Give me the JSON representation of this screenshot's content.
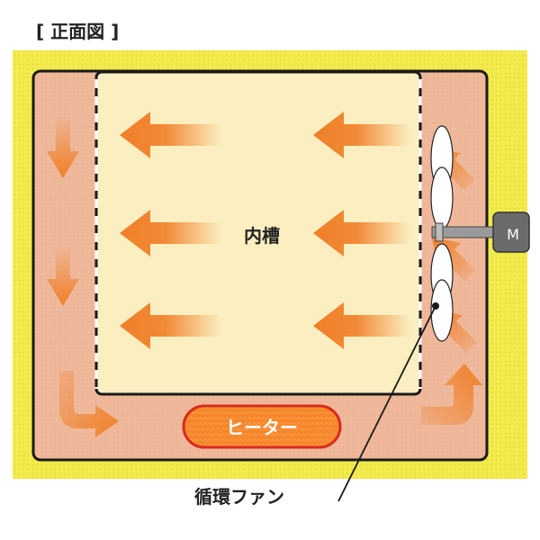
{
  "title": "[ 正面図 ]",
  "labels": {
    "inner_tank": "内槽",
    "heater": "ヒーター",
    "circulation_fan": "循環ファン",
    "motor": "M"
  },
  "colors": {
    "outer_insulation": "#f3ea4c",
    "duct": "#efb89a",
    "inner_tank": "#fbeec0",
    "arrow": "#f07f28",
    "heater_fill": "#f7862a",
    "heater_border": "#d92b1e",
    "outline": "#1a1a1a"
  }
}
